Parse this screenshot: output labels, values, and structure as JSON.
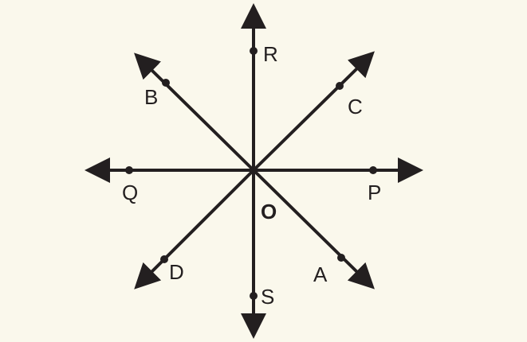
{
  "diagram": {
    "center_label": "O",
    "points": [
      {
        "id": "R",
        "label": "R"
      },
      {
        "id": "C",
        "label": "C"
      },
      {
        "id": "P",
        "label": "P"
      },
      {
        "id": "A",
        "label": "A"
      },
      {
        "id": "S",
        "label": "S"
      },
      {
        "id": "D",
        "label": "D"
      },
      {
        "id": "Q",
        "label": "Q"
      },
      {
        "id": "B",
        "label": "B"
      }
    ],
    "colors": {
      "line": "#231f20",
      "background": "#faf8ec"
    }
  }
}
